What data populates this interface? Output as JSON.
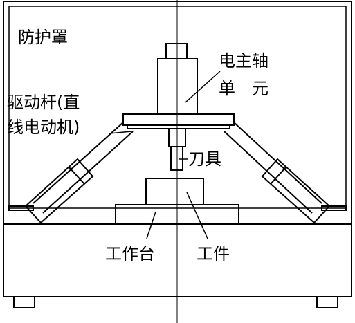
{
  "labels": {
    "cover": "防护罩",
    "spindle_line1": "电主轴",
    "spindle_line2": "单　元",
    "strut_line1": "驱动杆(直",
    "strut_line2": "线电动机)",
    "tool": "刀具",
    "table": "工作台",
    "workpiece": "工件"
  },
  "colors": {
    "stroke": "#000000",
    "background": "#ffffff"
  }
}
